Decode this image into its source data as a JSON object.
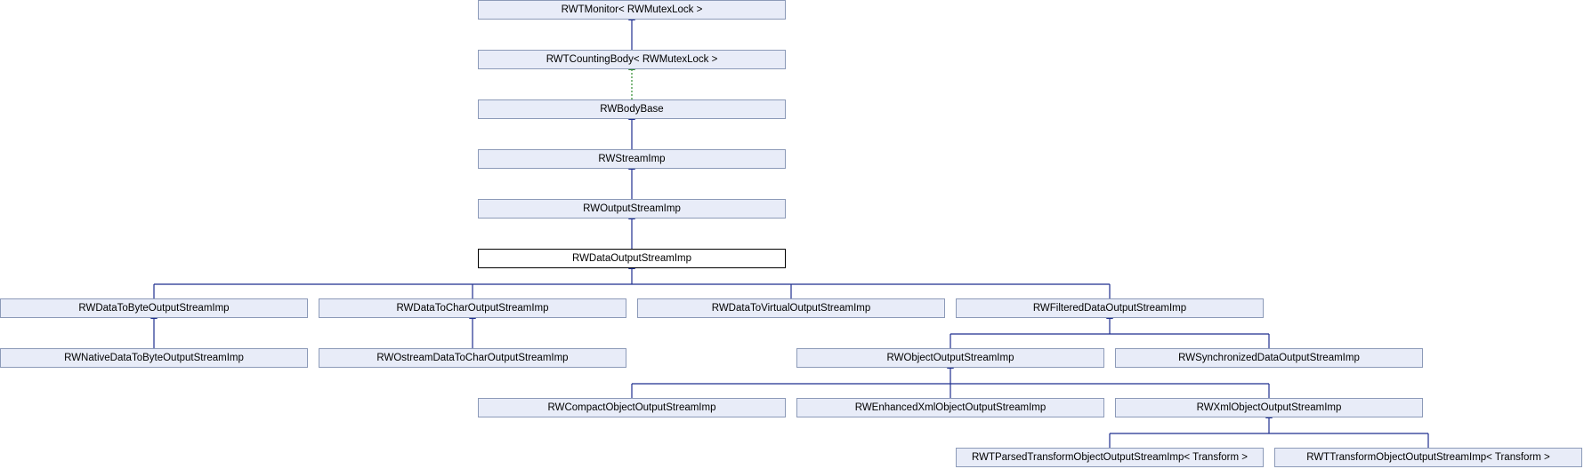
{
  "colors": {
    "node_fill": "#e8ecf8",
    "node_border": "#8c9ab8",
    "current_fill": "#ffffff",
    "current_border": "#000000",
    "edge_public": "#1f2f8f",
    "edge_template": "#2e8b2e"
  },
  "nodes": [
    {
      "id": "monitor",
      "label": "RWTMonitor< RWMutexLock >"
    },
    {
      "id": "counting",
      "label": "RWTCountingBody< RWMutexLock >"
    },
    {
      "id": "bodybase",
      "label": "RWBodyBase"
    },
    {
      "id": "streamimp",
      "label": "RWStreamImp"
    },
    {
      "id": "outputstreamimp",
      "label": "RWOutputStreamImp"
    },
    {
      "id": "dataoutput",
      "label": "RWDataOutputStreamImp",
      "current": true
    },
    {
      "id": "datatobyte",
      "label": "RWDataToByteOutputStreamImp"
    },
    {
      "id": "datatochar",
      "label": "RWDataToCharOutputStreamImp"
    },
    {
      "id": "datatovirtual",
      "label": "RWDataToVirtualOutputStreamImp"
    },
    {
      "id": "filtered",
      "label": "RWFilteredDataOutputStreamImp"
    },
    {
      "id": "nativedata",
      "label": "RWNativeDataToByteOutputStreamImp"
    },
    {
      "id": "ostreamdata",
      "label": "RWOstreamDataToCharOutputStreamImp"
    },
    {
      "id": "objectoutput",
      "label": "RWObjectOutputStreamImp"
    },
    {
      "id": "synchronized",
      "label": "RWSynchronizedDataOutputStreamImp"
    },
    {
      "id": "compact",
      "label": "RWCompactObjectOutputStreamImp"
    },
    {
      "id": "enhancedxml",
      "label": "RWEnhancedXmlObjectOutputStreamImp"
    },
    {
      "id": "xmlobject",
      "label": "RWXmlObjectOutputStreamImp"
    },
    {
      "id": "parsedtransform",
      "label": "RWTParsedTransformObjectOutputStreamImp< Transform >"
    },
    {
      "id": "transform",
      "label": "RWTTransformObjectOutputStreamImp< Transform >"
    }
  ],
  "edges": [
    {
      "from": "counting",
      "to": "monitor",
      "style": "solid"
    },
    {
      "from": "bodybase",
      "to": "counting",
      "style": "dotted"
    },
    {
      "from": "streamimp",
      "to": "bodybase",
      "style": "solid"
    },
    {
      "from": "outputstreamimp",
      "to": "streamimp",
      "style": "solid"
    },
    {
      "from": "dataoutput",
      "to": "outputstreamimp",
      "style": "solid"
    },
    {
      "from": "datatobyte",
      "to": "dataoutput",
      "style": "solid"
    },
    {
      "from": "datatochar",
      "to": "dataoutput",
      "style": "solid"
    },
    {
      "from": "datatovirtual",
      "to": "dataoutput",
      "style": "solid"
    },
    {
      "from": "filtered",
      "to": "dataoutput",
      "style": "solid"
    },
    {
      "from": "nativedata",
      "to": "datatobyte",
      "style": "solid"
    },
    {
      "from": "ostreamdata",
      "to": "datatochar",
      "style": "solid"
    },
    {
      "from": "objectoutput",
      "to": "filtered",
      "style": "solid"
    },
    {
      "from": "synchronized",
      "to": "filtered",
      "style": "solid"
    },
    {
      "from": "compact",
      "to": "objectoutput",
      "style": "solid"
    },
    {
      "from": "enhancedxml",
      "to": "objectoutput",
      "style": "solid"
    },
    {
      "from": "xmlobject",
      "to": "objectoutput",
      "style": "solid"
    },
    {
      "from": "parsedtransform",
      "to": "xmlobject",
      "style": "solid"
    },
    {
      "from": "transform",
      "to": "xmlobject",
      "style": "solid"
    }
  ]
}
